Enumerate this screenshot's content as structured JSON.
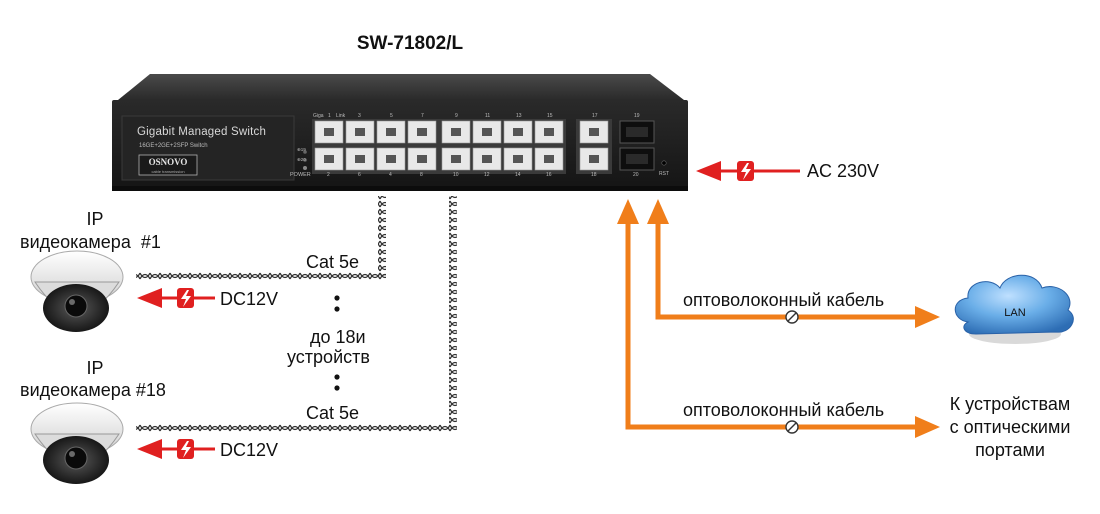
{
  "title": "SW-71802/L",
  "switch": {
    "name": "Gigabit Managed Switch",
    "spec": "16GE+2GE+2SFP Switch",
    "brand": "OSNOVO",
    "brand_tagline": "cable transmission",
    "power_label": "POWER",
    "reset_label": "RST",
    "top_labels": [
      "Giga",
      "Link",
      "1",
      "3",
      "5",
      "7",
      "9",
      "11",
      "13",
      "15",
      "17",
      "19"
    ],
    "bottom_labels": [
      "2",
      "4",
      "6",
      "8",
      "10",
      "12",
      "14",
      "16",
      "18",
      "20"
    ],
    "led_labels": [
      "⊕19",
      "⊕20"
    ]
  },
  "left": {
    "camera1_label_line1": "IP",
    "camera1_label_line2": "видеокамера  #1",
    "camera18_label_line1": "IP",
    "camera18_label_line2": "видеокамера #18",
    "cable1": "Cat 5e",
    "cable2": "Cat 5e",
    "power1": "DC12V",
    "power2": "DC12V",
    "middle_line1": "до 18и",
    "middle_line2": "устройств"
  },
  "right": {
    "ac_power": "AC 230V",
    "fiber1": "оптоволоконный кабель",
    "fiber2": "оптоволоконный кабель",
    "lan": "LAN",
    "optical_line1": "К устройствам",
    "optical_line2": "с оптическими",
    "optical_line3": "портами"
  },
  "colors": {
    "fiber": "#f07e1a",
    "power_arrow": "#e02020",
    "switch_body": "#1e1e1e",
    "cloud": "#4a8fd0"
  }
}
